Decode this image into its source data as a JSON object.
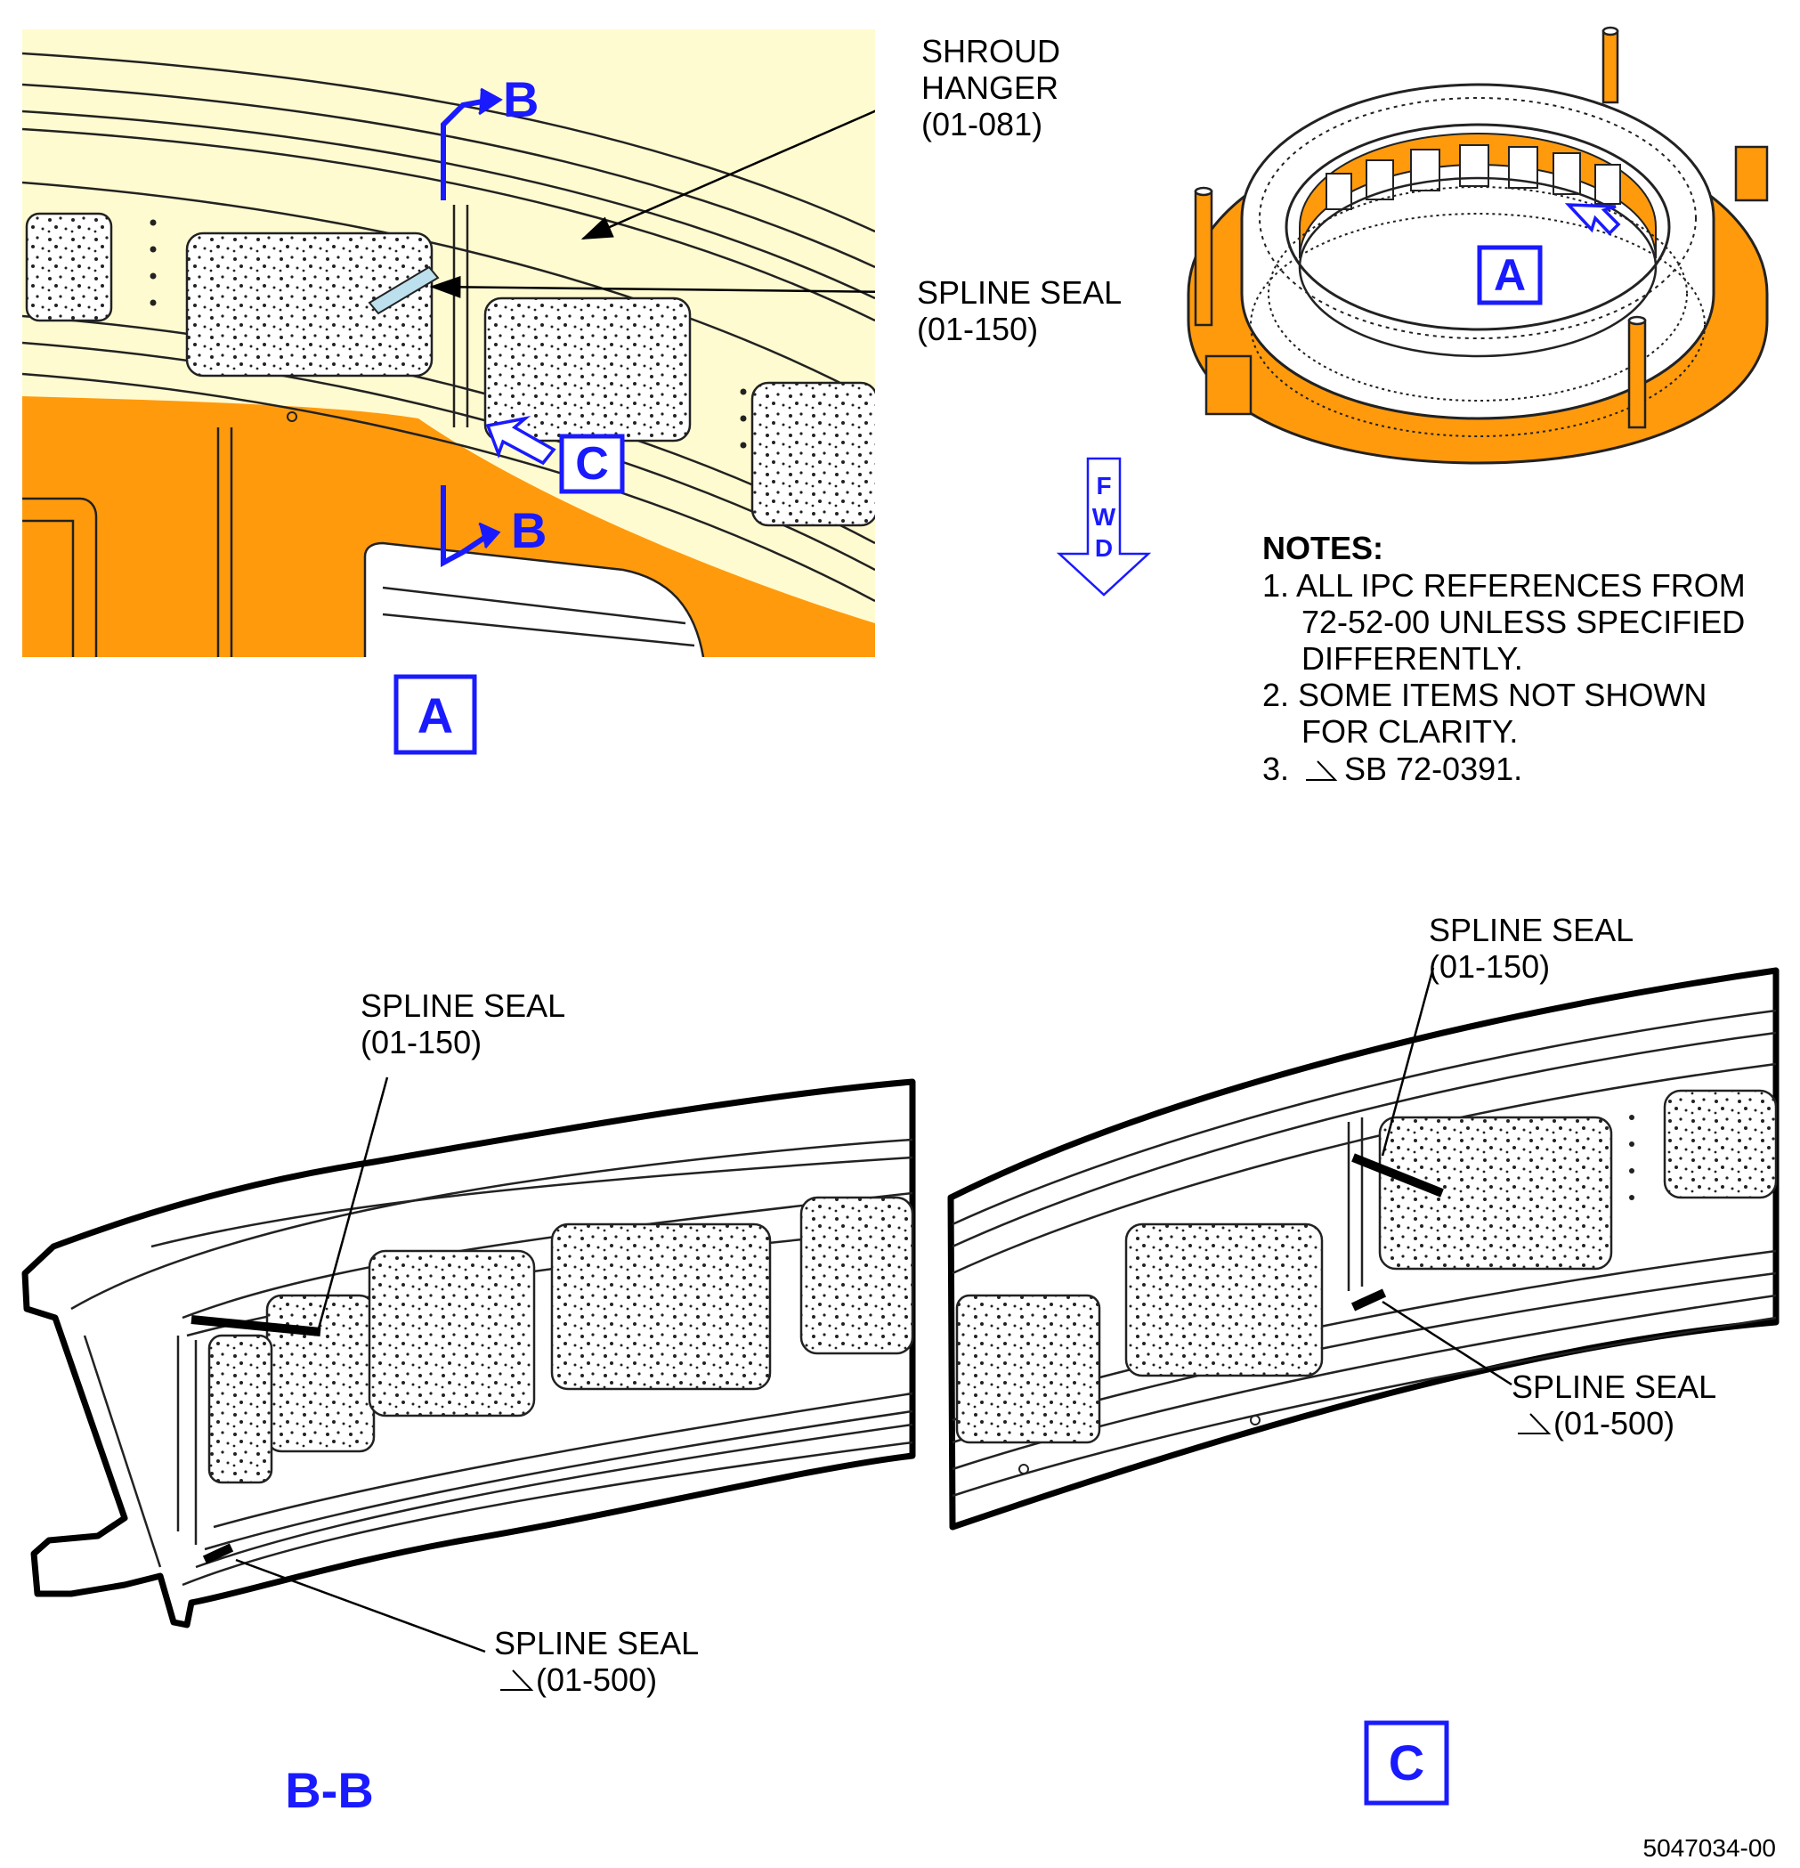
{
  "colors": {
    "blue": "#1a1aff",
    "cream": "#fffbd0",
    "orange": "#ff9a0d",
    "seal_highlight": "#bde0ee"
  },
  "detail_a": {
    "shroud_hanger_label": [
      "SHROUD",
      "HANGER",
      "(01-081)"
    ],
    "spline_seal_label": [
      "SPLINE SEAL",
      "(01-150)"
    ],
    "section_b_top": "B",
    "section_b_bottom": "B",
    "view_c": "C",
    "caption": "A"
  },
  "overview": {
    "view_a": "A"
  },
  "fwd_arrow": {
    "letters": [
      "F",
      "W",
      "D"
    ]
  },
  "notes": {
    "heading": "NOTES:",
    "lines": [
      "1. ALL IPC REFERENCES FROM",
      "72-52-00 UNLESS SPECIFIED",
      "DIFFERENTLY.",
      "2. SOME ITEMS NOT SHOWN",
      "FOR CLARITY.",
      "3.",
      "SB 72-0391."
    ]
  },
  "section_bb": {
    "spline_seal_top": [
      "SPLINE SEAL",
      "(01-150)"
    ],
    "spline_seal_bottom": [
      "SPLINE SEAL",
      "(01-500)"
    ],
    "caption": "B-B"
  },
  "view_c": {
    "spline_seal_top": [
      "SPLINE SEAL",
      "(01-150)"
    ],
    "spline_seal_bottom": [
      "SPLINE SEAL",
      "(01-500)"
    ],
    "caption": "C"
  },
  "figure_number": "5047034-00"
}
